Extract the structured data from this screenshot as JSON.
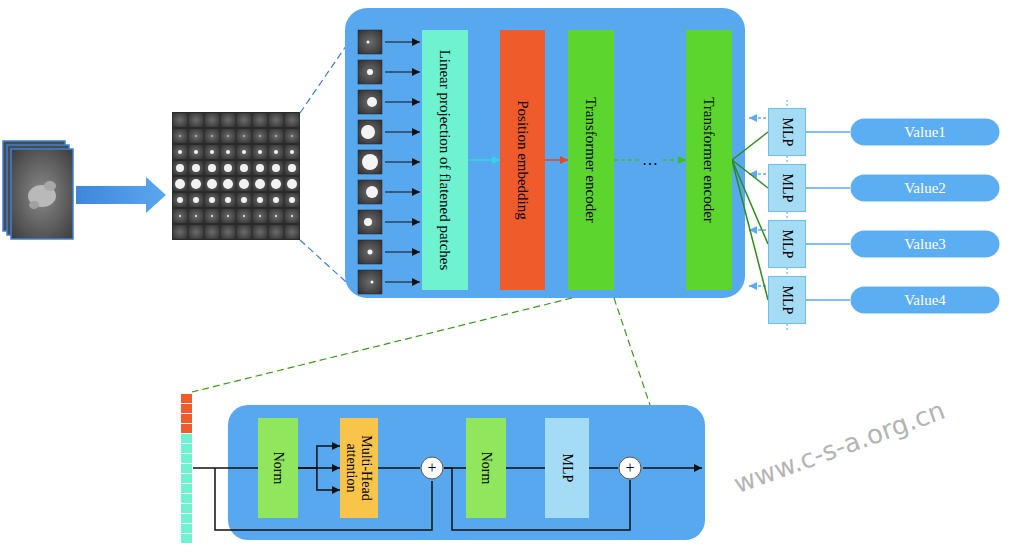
{
  "diagram": {
    "nodes": [
      {
        "text": [
          "Linear projection of flatened patches"
        ]
      },
      {
        "text": [
          "Position embedding"
        ]
      },
      {
        "text": [
          "Transformer encoder"
        ]
      },
      {
        "text": [
          "Transformer encoder"
        ]
      },
      {
        "text": [
          "MLP"
        ]
      },
      {
        "text": [
          "MLP"
        ]
      },
      {
        "text": [
          "MLP"
        ]
      },
      {
        "text": [
          "MLP"
        ]
      },
      {
        "text": [
          "Value1"
        ]
      },
      {
        "text": [
          "Value2"
        ]
      },
      {
        "text": [
          "Value3"
        ]
      },
      {
        "text": [
          "Value4"
        ]
      },
      {
        "text": [
          "Norm"
        ]
      },
      {
        "text": [
          "Multi-Head attention"
        ]
      },
      {
        "text": [
          "+"
        ]
      },
      {
        "text": [
          "Norm"
        ]
      },
      {
        "text": [
          "MLP"
        ]
      },
      {
        "text": [
          "+"
        ]
      }
    ],
    "edges": [
      {
        "from": 0,
        "to": 1,
        "arrow": "to"
      },
      {
        "from": 1,
        "to": 2,
        "arrow": "to"
      },
      {
        "from": 2,
        "to": 3,
        "label": "…",
        "arrow": "to"
      },
      {
        "from": 3,
        "to": 4,
        "arrow": "none"
      },
      {
        "from": 3,
        "to": 5,
        "arrow": "none"
      },
      {
        "from": 3,
        "to": 6,
        "arrow": "none"
      },
      {
        "from": 3,
        "to": 7,
        "arrow": "none"
      },
      {
        "from": 4,
        "to": 8,
        "arrow": "none"
      },
      {
        "from": 5,
        "to": 9,
        "arrow": "none"
      },
      {
        "from": 6,
        "to": 10,
        "arrow": "none"
      },
      {
        "from": 7,
        "to": 11,
        "arrow": "none"
      },
      {
        "from": 12,
        "to": 13,
        "arrow": "to"
      },
      {
        "from": 13,
        "to": 14,
        "arrow": "none"
      },
      {
        "from": 14,
        "to": 15,
        "arrow": "none"
      },
      {
        "from": 15,
        "to": 16,
        "arrow": "none"
      },
      {
        "from": 16,
        "to": 17,
        "arrow": "none"
      },
      {
        "from": 14,
        "to": 17,
        "arrow": "none"
      }
    ],
    "labels": [
      "www.c-s-a.org.cn"
    ]
  }
}
